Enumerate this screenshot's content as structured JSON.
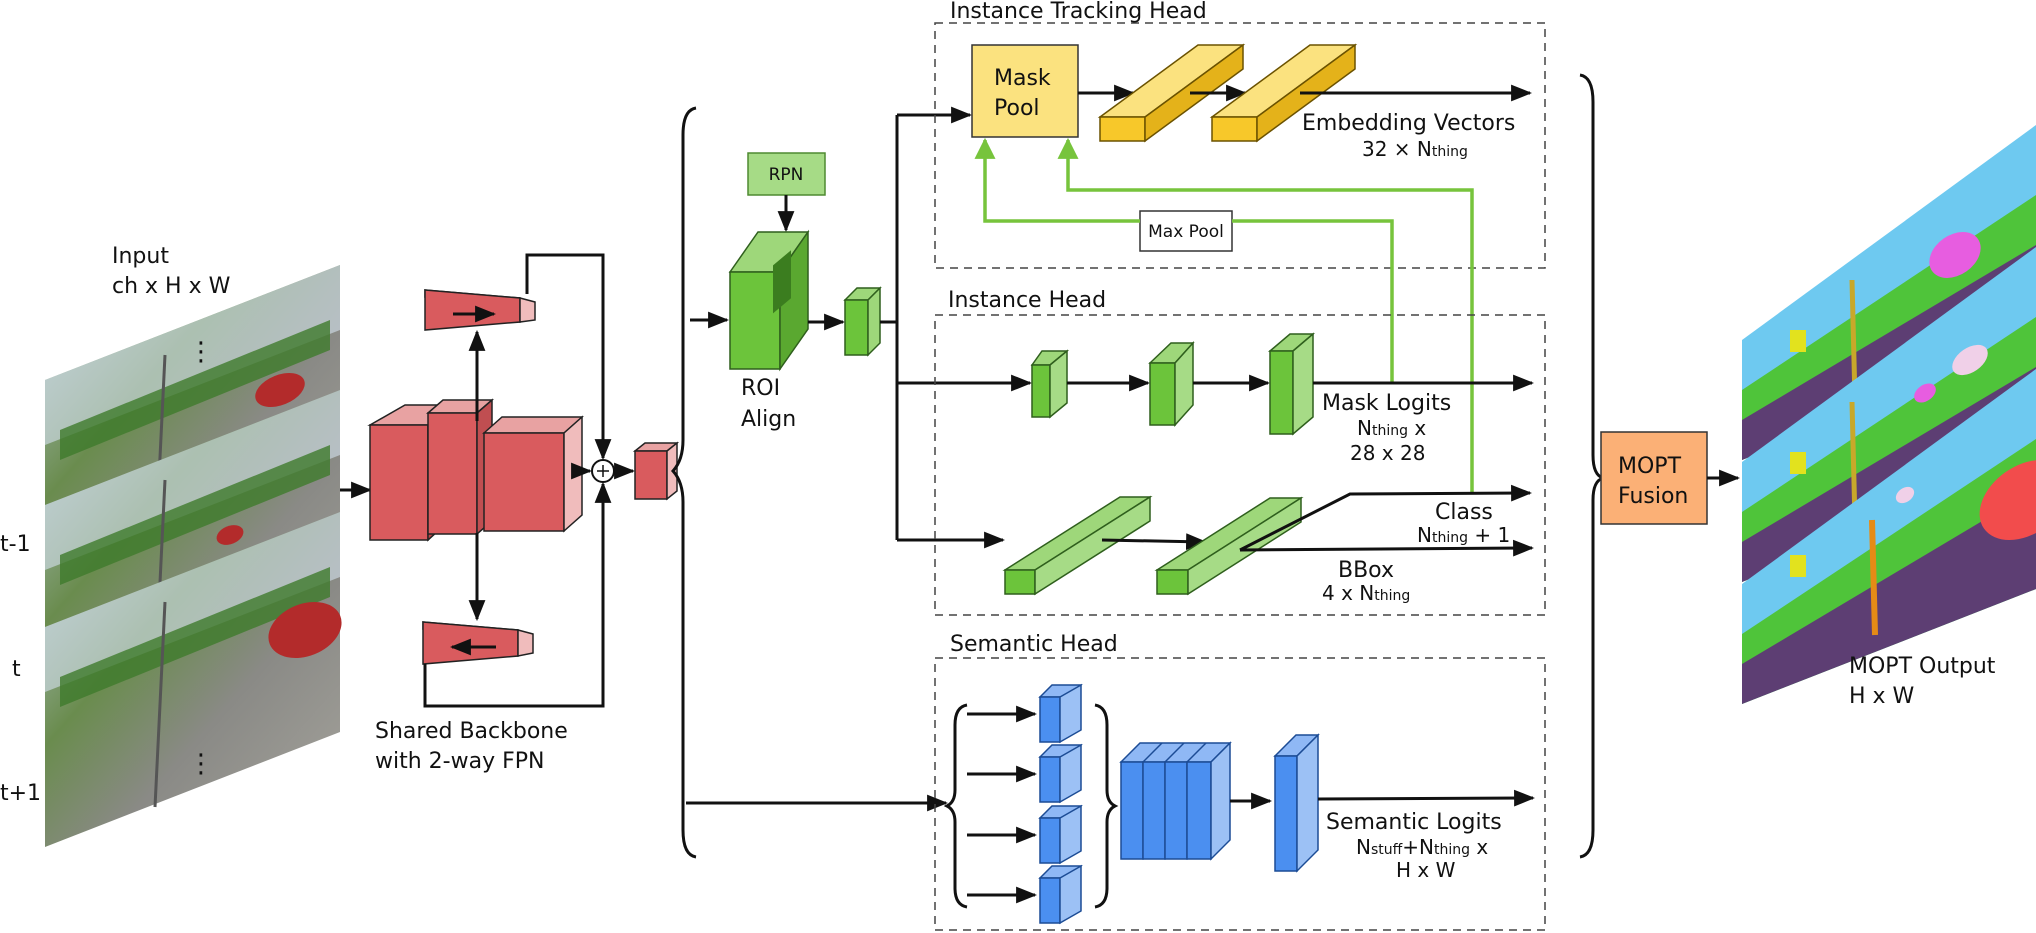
{
  "input": {
    "title": "Input",
    "dims": "ch x H x W",
    "frames": [
      "t-1",
      "t",
      "t+1"
    ],
    "ellipsis": "⋮"
  },
  "backbone": {
    "line1": "Shared Backbone",
    "line2": "with 2-way FPN",
    "plus": "⊕"
  },
  "rpn": {
    "label": "RPN"
  },
  "roi": {
    "line1": "ROI",
    "line2": "Align"
  },
  "tracking_head": {
    "title": "Instance Tracking Head",
    "mask_pool_line1": "Mask",
    "mask_pool_line2": "Pool",
    "max_pool": "Max Pool",
    "output_line1": "Embedding Vectors",
    "output_line2_prefix": "32 × N",
    "output_line2_sub": "thing"
  },
  "instance_head": {
    "title": "Instance Head",
    "mask_line1": "Mask Logits",
    "mask_line2_prefix": "N",
    "mask_line2_sub": "thing",
    "mask_line2_suffix": " x",
    "mask_line3": "28 x 28",
    "class_line1": "Class",
    "class_line2_prefix": "N",
    "class_line2_sub": "thing",
    "class_line2_suffix": " + 1",
    "bbox_line1": "BBox",
    "bbox_line2_prefix": "4 x N",
    "bbox_line2_sub": "thing"
  },
  "semantic_head": {
    "title": "Semantic Head",
    "out_line1": "Semantic Logits",
    "out_line2_a": "N",
    "out_line2_a_sub": "stuff",
    "out_line2_b": "+N",
    "out_line2_b_sub": "thing",
    "out_line2_c": " x",
    "out_line3": "H x W"
  },
  "fusion": {
    "line1": "MOPT",
    "line2": "Fusion"
  },
  "output": {
    "line1": "MOPT Output",
    "line2": "H x W"
  },
  "colors": {
    "backbone_red": "#d95b5e",
    "roi_green": "#6cc43b",
    "rpn_green": "#a6db86",
    "mask_pool_yellow": "#fbe27f",
    "embedding_yellow": "#f7c82a",
    "semantic_blue": "#4b8ff0",
    "fusion_orange": "#fbb076",
    "skip_green": "#77c43c"
  }
}
